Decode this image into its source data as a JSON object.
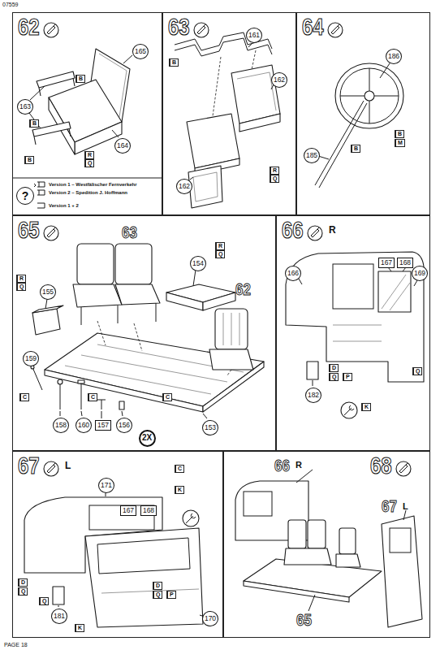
{
  "diagram": {
    "nodes": [
      {
        "text": [
          "62"
        ]
      },
      {
        "text": [
          "165"
        ],
        "in": 0
      },
      {
        "text": [
          "163"
        ],
        "in": 0
      },
      {
        "text": [
          "164"
        ],
        "in": 0
      },
      {
        "text": [
          "63"
        ]
      },
      {
        "text": [
          "161"
        ],
        "in": 4
      },
      {
        "text": [
          "162"
        ],
        "in": 4
      },
      {
        "text": [
          "162"
        ],
        "in": 4
      },
      {
        "text": [
          "64"
        ]
      },
      {
        "text": [
          "186"
        ],
        "in": 8
      },
      {
        "text": [
          "185"
        ],
        "in": 8
      },
      {
        "text": [
          "65"
        ]
      },
      {
        "text": [
          "155"
        ],
        "in": 11
      },
      {
        "text": [
          "154"
        ],
        "in": 11
      },
      {
        "text": [
          "159"
        ],
        "in": 11
      },
      {
        "text": [
          "158"
        ],
        "in": 11
      },
      {
        "text": [
          "160"
        ],
        "in": 11
      },
      {
        "text": [
          "157"
        ],
        "in": 11
      },
      {
        "text": [
          "156"
        ],
        "in": 11
      },
      {
        "text": [
          "2X"
        ],
        "in": 11
      },
      {
        "text": [
          "153"
        ],
        "in": 11
      },
      {
        "text": [
          "66",
          "R"
        ]
      },
      {
        "text": [
          "166"
        ],
        "in": 21
      },
      {
        "text": [
          "167"
        ],
        "in": 21
      },
      {
        "text": [
          "168"
        ],
        "in": 21
      },
      {
        "text": [
          "169"
        ],
        "in": 21
      },
      {
        "text": [
          "182"
        ],
        "in": 21
      },
      {
        "text": [
          "67",
          "L"
        ]
      },
      {
        "text": [
          "171"
        ],
        "in": 27
      },
      {
        "text": [
          "167"
        ],
        "in": 27
      },
      {
        "text": [
          "168"
        ],
        "in": 27
      },
      {
        "text": [
          "181"
        ],
        "in": 27
      },
      {
        "text": [
          "170"
        ],
        "in": 27
      },
      {
        "text": [
          "68"
        ]
      },
      {
        "text": [
          "?"
        ],
        "in": 0
      }
    ],
    "labels": [
      "07559",
      "B",
      "B",
      "B",
      "R",
      "Q",
      "B",
      "R",
      "Q",
      "B",
      "M",
      "B",
      "R",
      "Q",
      "R",
      "Q",
      "C",
      "C",
      "C",
      "63",
      "62",
      "D",
      "Q",
      "P",
      "K",
      "Q",
      "C",
      "K",
      "D",
      "Q",
      "D",
      "Q",
      "P",
      "Q",
      "K",
      "66",
      "R",
      "67",
      "L",
      "65",
      "PAGE 18"
    ],
    "legend": [
      {
        "text": "Version 1 – Westfälischer Fernverkehr"
      },
      {
        "text": "Version 2 – Spedition J. Hoffmann"
      },
      {
        "text": "Version 1 + 2"
      }
    ]
  }
}
